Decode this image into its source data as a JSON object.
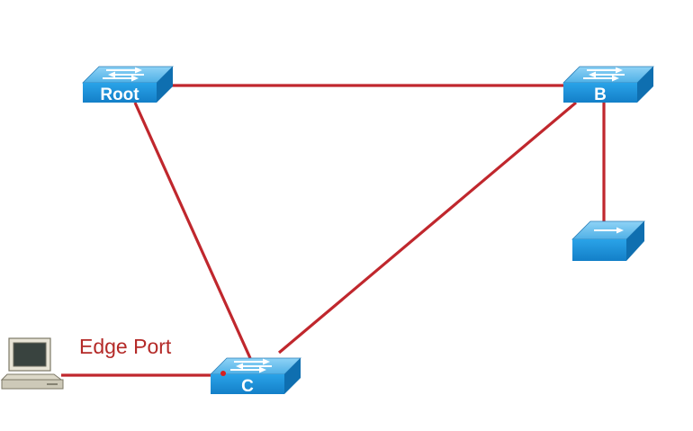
{
  "diagram": {
    "nodes": {
      "root": {
        "label": "Root",
        "type": "switch"
      },
      "b": {
        "label": "B",
        "type": "switch"
      },
      "c": {
        "label": "C",
        "type": "switch"
      },
      "hub": {
        "label": "",
        "type": "hub"
      },
      "pc": {
        "label": "",
        "type": "computer"
      }
    },
    "links": [
      {
        "from": "root",
        "to": "b"
      },
      {
        "from": "root",
        "to": "c"
      },
      {
        "from": "b",
        "to": "c"
      },
      {
        "from": "b",
        "to": "hub"
      },
      {
        "from": "pc",
        "to": "c"
      }
    ],
    "edge_port_label": "Edge Port",
    "colors": {
      "link": "#c0272d",
      "device_front": "#1a8fd8",
      "device_top": "#5cb8ea",
      "device_side": "#0e6aa8",
      "label_text": "#ffffff",
      "edge_label": "#b42a28",
      "port_dot": "#d62020"
    }
  }
}
